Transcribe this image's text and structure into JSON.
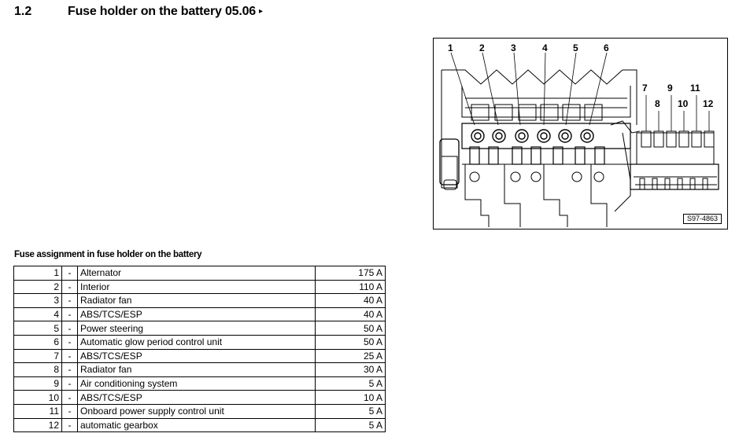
{
  "header": {
    "section_number": "1.2",
    "title": "Fuse holder on the battery 05.06",
    "arrow_glyph": "▸"
  },
  "figure": {
    "reference": "S97-4863",
    "labels": [
      "1",
      "2",
      "3",
      "4",
      "5",
      "6",
      "7",
      "8",
      "9",
      "10",
      "11",
      "12"
    ]
  },
  "table": {
    "title": "Fuse assignment in fuse holder on the battery",
    "rows": [
      {
        "num": "1",
        "dash": "-",
        "desc": "Alternator",
        "amp": "175 A"
      },
      {
        "num": "2",
        "dash": "-",
        "desc": "Interior",
        "amp": "110 A"
      },
      {
        "num": "3",
        "dash": "-",
        "desc": "Radiator fan",
        "amp": "40 A"
      },
      {
        "num": "4",
        "dash": "-",
        "desc": "ABS/TCS/ESP",
        "amp": "40 A"
      },
      {
        "num": "5",
        "dash": "-",
        "desc": "Power steering",
        "amp": "50 A"
      },
      {
        "num": "6",
        "dash": "-",
        "desc": "Automatic glow period control unit",
        "amp": "50 A"
      },
      {
        "num": "7",
        "dash": "-",
        "desc": "ABS/TCS/ESP",
        "amp": "25 A"
      },
      {
        "num": "8",
        "dash": "-",
        "desc": "Radiator fan",
        "amp": "30 A"
      },
      {
        "num": "9",
        "dash": "-",
        "desc": "Air conditioning system",
        "amp": "5 A"
      },
      {
        "num": "10",
        "dash": "-",
        "desc": "ABS/TCS/ESP",
        "amp": "10 A"
      },
      {
        "num": "11",
        "dash": "-",
        "desc": "Onboard power supply control unit",
        "amp": "5 A"
      },
      {
        "num": "12",
        "dash": "-",
        "desc": "automatic gearbox",
        "amp": "5 A"
      }
    ]
  }
}
